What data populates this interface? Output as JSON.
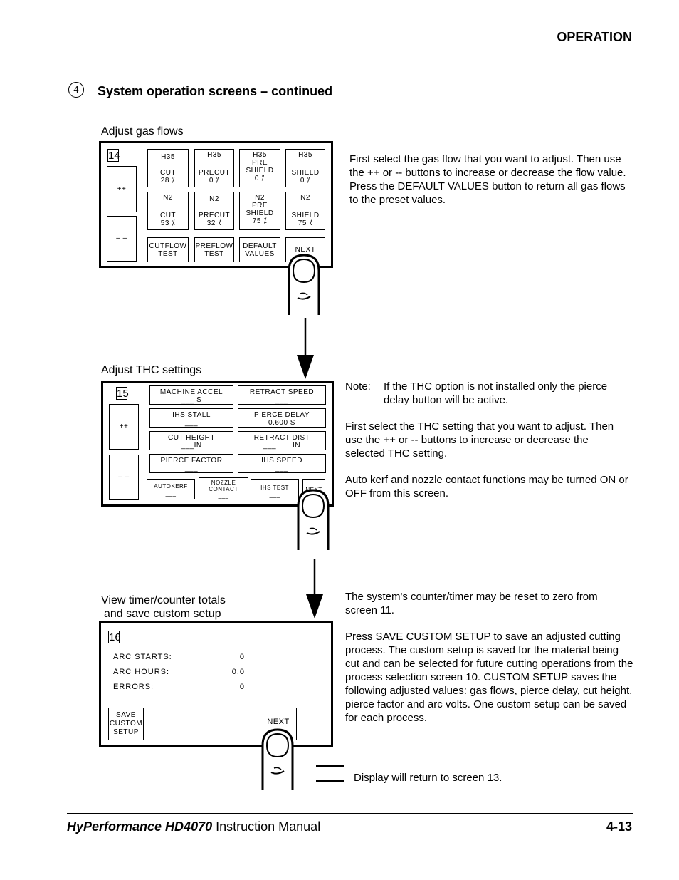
{
  "header": {
    "title": "OPERATION"
  },
  "section": {
    "number": "4",
    "title": "System operation screens – continued"
  },
  "screen14": {
    "caption": "Adjust gas flows",
    "number": "14",
    "plus": "++",
    "minus": "– –",
    "buttons": [
      {
        "line1": "H35",
        "line2": "CUT",
        "line3": "28"
      },
      {
        "line1": "H35",
        "line2": "PRECUT",
        "line3": "0"
      },
      {
        "line1": "H35",
        "line2": "PRE",
        "line2b": "SHIELD",
        "line3": "0"
      },
      {
        "line1": "H35",
        "line2": "SHIELD",
        "line3": "0"
      },
      {
        "line1": "N2",
        "line2": "CUT",
        "line3": "53"
      },
      {
        "line1": "N2",
        "line2": "PRECUT",
        "line3": "32"
      },
      {
        "line1": "N2",
        "line2": "PRE",
        "line2b": "SHIELD",
        "line3": "75"
      },
      {
        "line1": "N2",
        "line2": "SHIELD",
        "line3": "75"
      }
    ],
    "bottom": [
      {
        "line1": "CUTFLOW",
        "line2": "TEST"
      },
      {
        "line1": "PREFLOW",
        "line2": "TEST"
      },
      {
        "line1": "DEFAULT",
        "line2": "VALUES"
      },
      {
        "line1": "NEXT"
      }
    ],
    "description": "First select the gas flow that you want to adjust. Then use the ++ or -- buttons to increase or decrease the flow value. Press the DEFAULT VALUES button to return all gas flows to the preset values."
  },
  "screen15": {
    "caption": "Adjust THC settings",
    "number": "15",
    "plus": "++",
    "minus": "– –",
    "left_buttons": [
      {
        "label": "MACHINE ACCEL",
        "value": "___ S"
      },
      {
        "label": "IHS STALL",
        "value": "___"
      },
      {
        "label": "CUT HEIGHT",
        "value": "___IN"
      },
      {
        "label": "PIERCE FACTOR",
        "value": "___"
      }
    ],
    "right_buttons": [
      {
        "label": "RETRACT SPEED",
        "value": "___"
      },
      {
        "label": "PIERCE DELAY",
        "value": "0.600 S"
      },
      {
        "label": "RETRACT DIST",
        "value": "___       IN"
      },
      {
        "label": "IHS SPEED",
        "value": "___"
      }
    ],
    "bottom": [
      {
        "line1": "AUTOKERF",
        "line2": "___"
      },
      {
        "line1": "NOZZLE",
        "line1b": "CONTACT",
        "line2": "___"
      },
      {
        "line1": "IHS TEST",
        "line2": "___"
      },
      {
        "line1": "NEXT"
      }
    ],
    "note_label": "Note:",
    "note_text": "If the THC option is not installed only the pierce delay button will be active.",
    "para1": "First select the THC setting that you want to adjust. Then use the ++ or -- buttons to increase or decrease the selected THC setting.",
    "para2": "Auto kerf and nozzle contact functions may be turned ON or OFF from this screen."
  },
  "screen16": {
    "caption_line1": "View timer/counter totals",
    "caption_line2": "and save custom setup",
    "number": "16",
    "rows": [
      {
        "label": "ARC STARTS:",
        "value": "0"
      },
      {
        "label": "ARC HOURS:",
        "value": "0.0"
      },
      {
        "label": "ERRORS:",
        "value": "0"
      }
    ],
    "save_line1": "SAVE",
    "save_line2": "CUSTOM",
    "save_line3": "SETUP",
    "next": "NEXT",
    "para1": "The system's counter/timer may be reset to zero from screen 11.",
    "para2": "Press SAVE CUSTOM SETUP to save an adjusted cutting process. The custom setup is saved for the material being cut and can be selected for future cutting operations from the process selection screen 10. CUSTOM SETUP saves the following adjusted values: gas flows, pierce delay, cut height, pierce factor and arc volts. One custom setup can be saved for each process.",
    "return_note": "Display will return to screen 13."
  },
  "footer": {
    "product": "HyPerformance HD4070",
    "manual": " Instruction Manual",
    "page": "4-13"
  }
}
